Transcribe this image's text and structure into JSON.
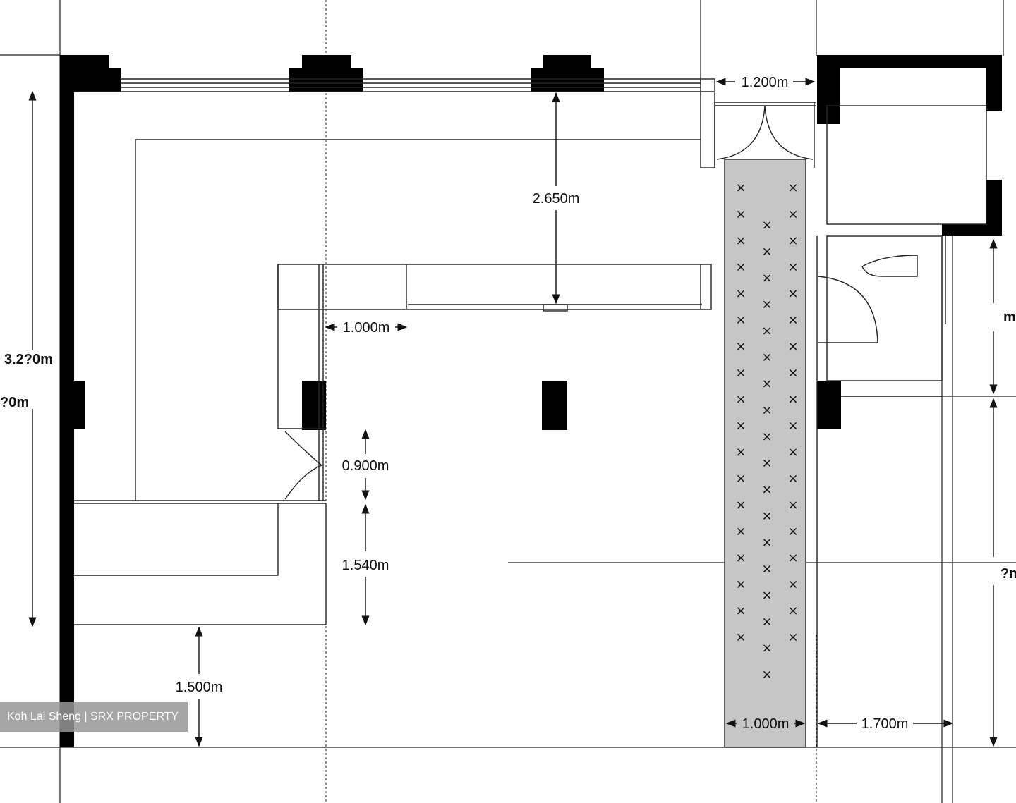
{
  "dimensions": {
    "top_door_width": "1.200m",
    "room_depth": "2.650m",
    "counter_gap": "1.000m",
    "small_door": "0.900m",
    "cabinet_depth": "1.540m",
    "bottom_clearance": "1.500m",
    "corridor_width": "1.000m",
    "right_width": "1.700m",
    "left_partial_a": "3.2?0m",
    "left_partial_b": "?0m",
    "right_partial_a": "m",
    "right_partial_b": "?m"
  },
  "marks": {
    "x": "×"
  },
  "watermark": "Koh Lai Sheng | SRX PROPERTY"
}
